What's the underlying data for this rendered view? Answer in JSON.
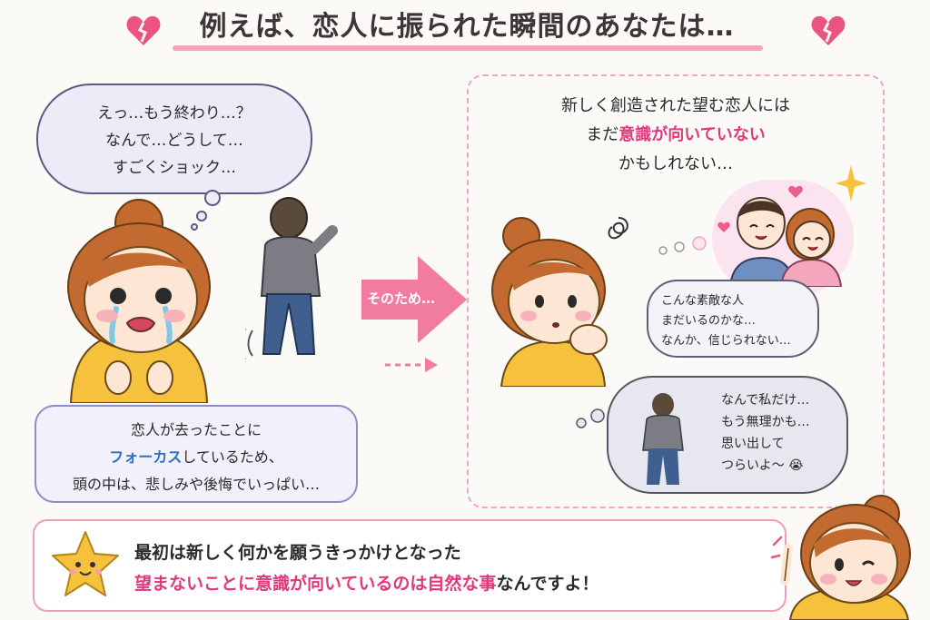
{
  "title": "例えば、恋人に振られた瞬間のあなたは…",
  "left": {
    "thought_lines": [
      "えっ…もう終わり…？",
      "なんで…どうして…",
      "すごくショック…"
    ],
    "focus": {
      "line1": "恋人が去ったことに",
      "line2_highlight": "フォーカス",
      "line2_rest": "しているため、",
      "line3": "頭の中は、悲しみや後悔でいっぱい…"
    }
  },
  "arrow_label": "そのため…",
  "right": {
    "head_line1": "新しく創造された望む恋人には",
    "head_line2_pre": "まだ",
    "head_line2_highlight": "意識が向いていない",
    "head_line3": "かもしれない…",
    "wonder_lines": [
      "こんな素敵な人",
      "まだいるのかな…",
      "なんか、信じられない…"
    ],
    "lonely_lines": [
      "なんで私だけ…",
      "もう無理かも…",
      "思い出して",
      "つらいよ〜"
    ]
  },
  "bottom": {
    "line1": "最初は新しく何かを願うきっかけとなった",
    "line2_highlight1": "望まないことに意識が向いているのは自然な事",
    "line2_rest": "なんですよ！"
  },
  "colors": {
    "pink_accent": "#e0387c",
    "blue_accent": "#2d6fc4",
    "hair": "#c26a2f",
    "sweater": "#f6c23e",
    "hoodie": "#7c7c84"
  }
}
